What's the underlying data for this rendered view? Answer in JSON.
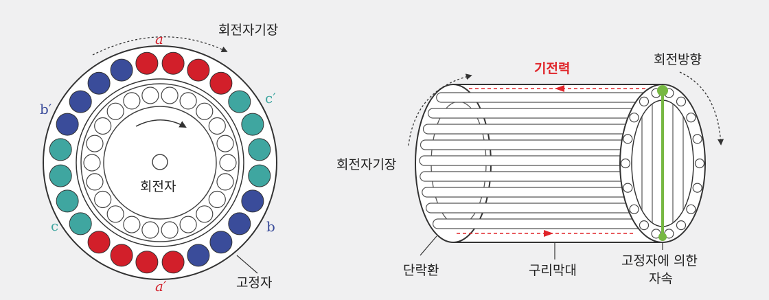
{
  "colors": {
    "background": "#f0f0f1",
    "phase_a": "#d21f2a",
    "phase_b": "#3a4c9a",
    "phase_c": "#3fa6a0",
    "emf": "#e0252a",
    "axis_green": "#77b843",
    "outline": "#333333"
  },
  "left_diagram": {
    "rotating_field_label": "회전자기장",
    "rotor_label": "회전자",
    "stator_label": "고정자",
    "phase_labels": {
      "a": "a",
      "a_prime": "a′",
      "b": "b",
      "b_prime": "b′",
      "c": "c",
      "c_prime": "c′"
    }
  },
  "right_diagram": {
    "emf_label": "기전력",
    "rotation_direction_label": "회전방향",
    "rotating_field_label": "회전자기장",
    "end_ring_label": "단락환",
    "copper_bar_label": "구리막대",
    "stator_flux_label_line1": "고정자에 의한",
    "stator_flux_label_line2": "자속"
  }
}
